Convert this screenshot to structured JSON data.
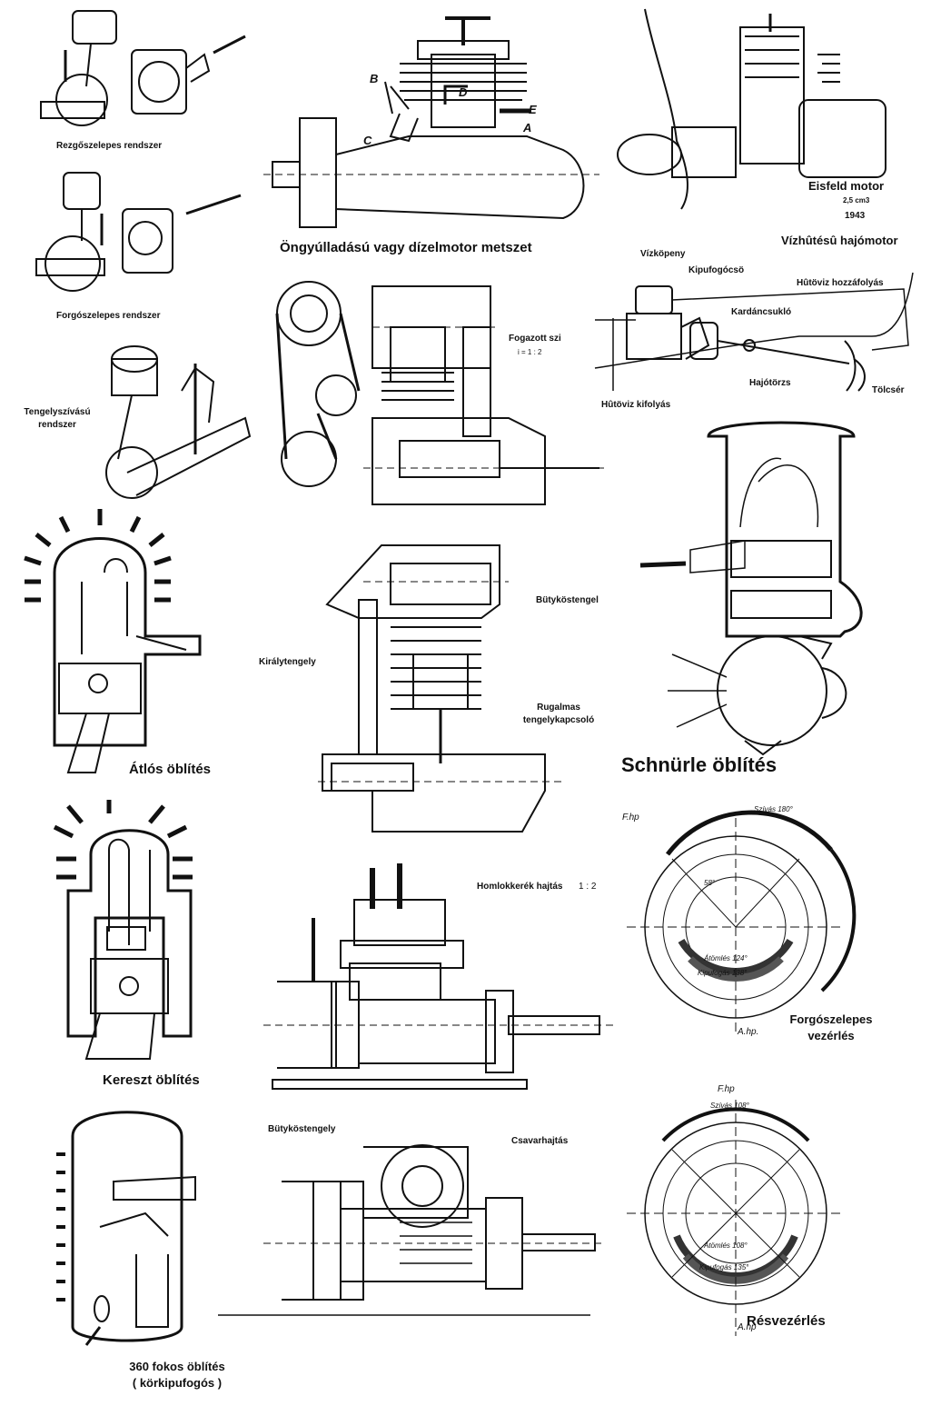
{
  "labels": {
    "rezgo": "Rezgőszelepes rendszer",
    "forgo": "Forgószelepes rendszer",
    "tengely_1": "Tengelyszívású",
    "tengely_2": "rendszer",
    "dizel": "Öngyúlladású vagy dízelmotor metszet",
    "letter_b": "B",
    "letter_c": "C",
    "letter_d": "D",
    "letter_e": "E",
    "letter_a": "A",
    "eisfeld": "Eisfeld motor",
    "eisfeld_cm3": "2,5 cm3",
    "eisfeld_year": "1943",
    "vizhutes": "Vízhûtésû hajómotor",
    "vizkopeny": "Vízköpeny",
    "kipufogocso": "Kipufogócsö",
    "hutoviz_be": "Hûtöviz hozzáfolyás",
    "kardancsuklo": "Kardáncsukló",
    "hajotorzs": "Hajótörzs",
    "tolcser": "Tölcsér",
    "hutoviz_ki": "Hûtöviz kifolyás",
    "fogazott": "Fogazott szi",
    "ratio_i": "i = 1 : 2",
    "butykos_1": "Bütyköstengel",
    "kiralytengely": "Királytengely",
    "rugalmas_1": "Rugalmas",
    "rugalmas_2": "tengelykapcsoló",
    "atlos": "Átlós öblítés",
    "schnurle": "Schnürle öblítés",
    "kereszt": "Kereszt öblítés",
    "homlokkerek": "Homlokkerék hajtás",
    "ratio_12": "1 : 2",
    "forgo_vez_1": "Forgószelepes",
    "forgo_vez_2": "vezérlés",
    "fok360_1": "360 fokos öblítés",
    "fok360_2": "( körkipufogós )",
    "butykos_2": "Bütyköstengely",
    "csavarhajtas": "Csavarhajtás",
    "resvez": "Résvezérlés",
    "fhp_1": "F.hp",
    "szivas_1": "Szívás 180°",
    "deg_58": "58°",
    "atomles_1": "Átömlés 124°",
    "kipufogas_1": "Kipufogás 138°",
    "ahp_1": "A.hp.",
    "fhp_2": "F.hp",
    "szivas_2": "Szívás 108°",
    "atomles_2": "Átömlés 108°",
    "kipufogas_2": "Kipufogás 135°",
    "ahp_2": "A.hp"
  }
}
